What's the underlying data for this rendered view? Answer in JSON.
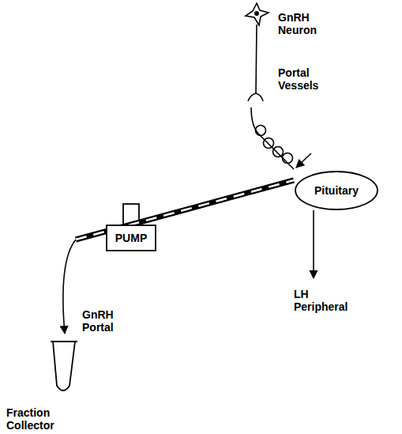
{
  "diagram": {
    "nodes": [
      {
        "text": [
          "Pituitary"
        ]
      },
      {
        "text": [
          "PUMP"
        ]
      }
    ],
    "labels": [
      "GnRH Neuron",
      "Portal Vessels",
      "GnRH Portal",
      "LH Peripheral",
      "Fraction Collector"
    ]
  }
}
